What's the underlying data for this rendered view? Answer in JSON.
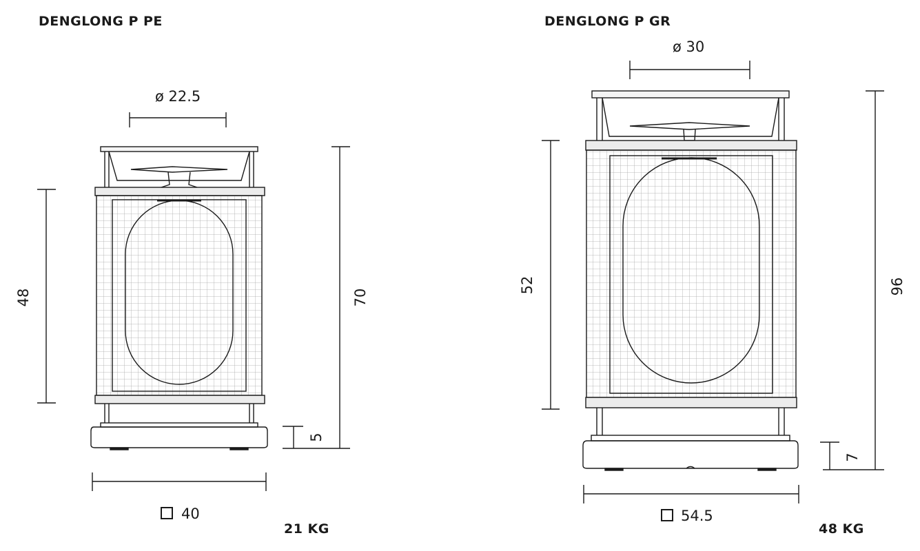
{
  "lamps": [
    {
      "title": "DENGLONG P PE",
      "diameter": "ø 22.5",
      "shade_height": "48",
      "total_height": "70",
      "base_height": "5",
      "base_width": "40",
      "weight": "21 KG"
    },
    {
      "title": "DENGLONG P GR",
      "diameter": "ø 30",
      "shade_height": "52",
      "total_height": "96",
      "base_height": "7",
      "base_width": "54.5",
      "weight": "48 KG"
    }
  ],
  "colors": {
    "line": "#1a1a1a",
    "grid": "#a8a8a8",
    "band": "#e9e9e9"
  }
}
